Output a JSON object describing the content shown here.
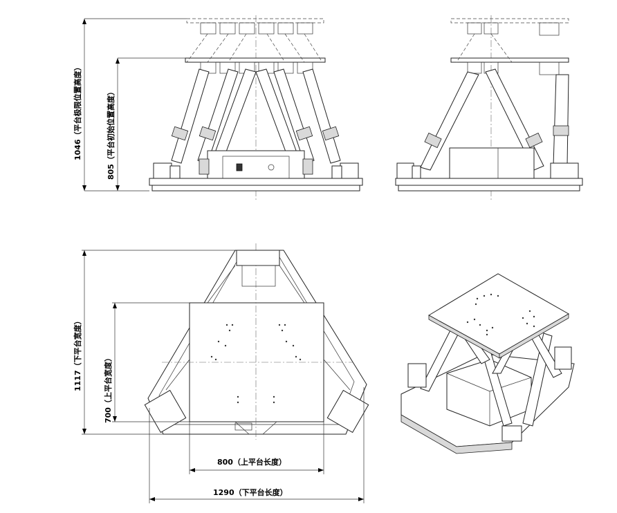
{
  "dimensions": {
    "front_max_height": "1046（平台极限位置高度）",
    "front_init_height": "805（平台初始位置高度）",
    "top_lower_width": "1117（下平台宽度）",
    "top_upper_width": "700（上平台宽度）",
    "top_upper_length": "800（上平台长度）",
    "top_lower_length": "1290（下平台长度）"
  },
  "colors": {
    "line": "#222222",
    "background": "#ffffff"
  }
}
